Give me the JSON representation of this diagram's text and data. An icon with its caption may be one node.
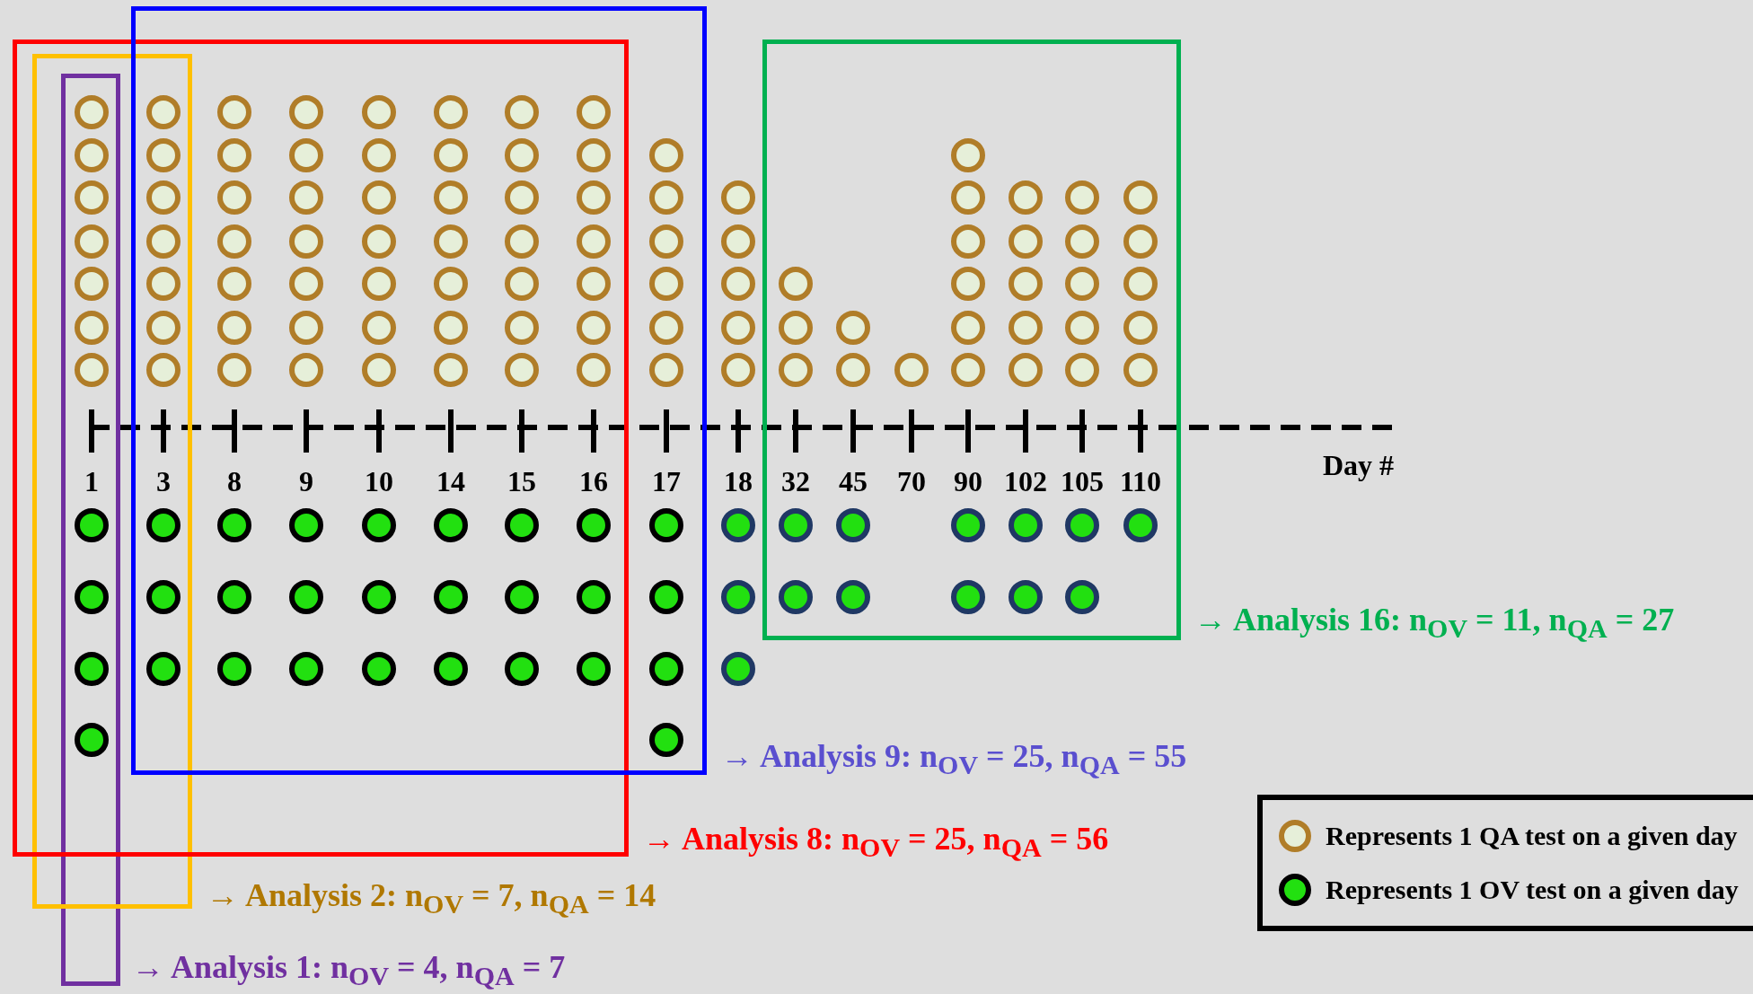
{
  "diagram": {
    "nodes": [
      {
        "text": [
          "→ Analysis 1: n$_{OV}$ = 4, n$_{QA}$ =  7"
        ]
      },
      {
        "text": [
          "→ Analysis 2: n$_{OV}$ = 7, n$_{QA}$ = 14"
        ]
      },
      {
        "text": [
          "→ Analysis 8: n$_{OV}$ = 25, n$_{QA}$ = 56"
        ]
      },
      {
        "text": [
          "→ Analysis 9: n$_{OV}$ = 25, n$_{QA}$ = 55"
        ]
      },
      {
        "text": [
          "→ Analysis 16: n$_{OV}$ = 11, n$_{QA}$ = 27"
        ]
      }
    ],
    "labels": [
      "1",
      "3",
      "8",
      "9",
      "10",
      "14",
      "15",
      "16",
      "17",
      "18",
      "32",
      "45",
      "70",
      "90",
      "102",
      "105",
      "110",
      "Day #"
    ],
    "legend": [
      {
        "text": "Represents 1 QA test on a given day"
      },
      {
        "text": "Represents 1 OV test on a given day"
      }
    ]
  }
}
